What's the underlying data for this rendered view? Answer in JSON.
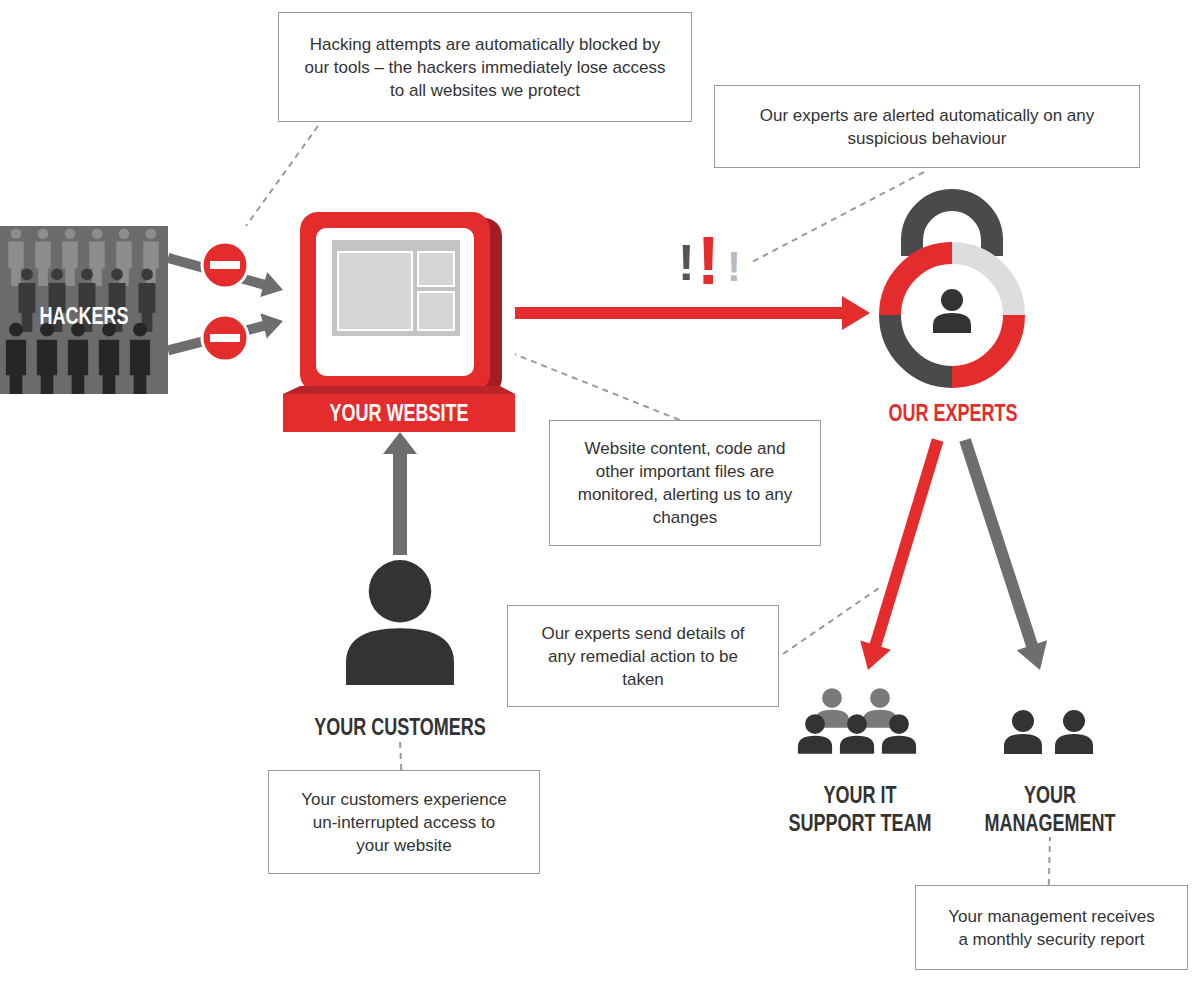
{
  "diagram": {
    "nodes": [
      {
        "text": [
          "Hacking attempts are automatically blocked by our tools – the hackers immediately lose access to all websites we protect"
        ]
      },
      {
        "text": [
          "Our experts are alerted automatically on any suspicious behaviour"
        ]
      },
      {
        "text": [
          "HACKERS"
        ]
      },
      {
        "text": [
          "YOUR WEBSITE"
        ]
      },
      {
        "text": [
          "OUR EXPERTS"
        ]
      },
      {
        "text": [
          "Website content, code and other important files are monitored, alerting us to any changes"
        ]
      },
      {
        "text": [
          "Our experts send details of any remedial action to be taken"
        ]
      },
      {
        "text": [
          "YOUR CUSTOMERS"
        ]
      },
      {
        "text": [
          "YOUR IT SUPPORT TEAM"
        ]
      },
      {
        "text": [
          "YOUR MANAGEMENT"
        ]
      },
      {
        "text": [
          "Your customers experience un-interrupted access to your website"
        ]
      },
      {
        "text": [
          "Your management receives a monthly security report"
        ]
      }
    ],
    "edges": [
      {
        "from": 2,
        "to": 3,
        "arrow": "to"
      },
      {
        "from": 2,
        "to": 3,
        "arrow": "to"
      },
      {
        "from": 3,
        "to": 4,
        "arrow": "to"
      },
      {
        "from": 7,
        "to": 3,
        "arrow": "to"
      },
      {
        "from": 4,
        "to": 8,
        "arrow": "to"
      },
      {
        "from": 4,
        "to": 9,
        "arrow": "to"
      },
      {
        "from": 5,
        "to": 3,
        "arrow": "none"
      },
      {
        "from": 10,
        "to": 7,
        "arrow": "none"
      },
      {
        "from": 11,
        "to": 9,
        "arrow": "none"
      }
    ],
    "labels": [
      "!",
      "!",
      "!"
    ]
  }
}
